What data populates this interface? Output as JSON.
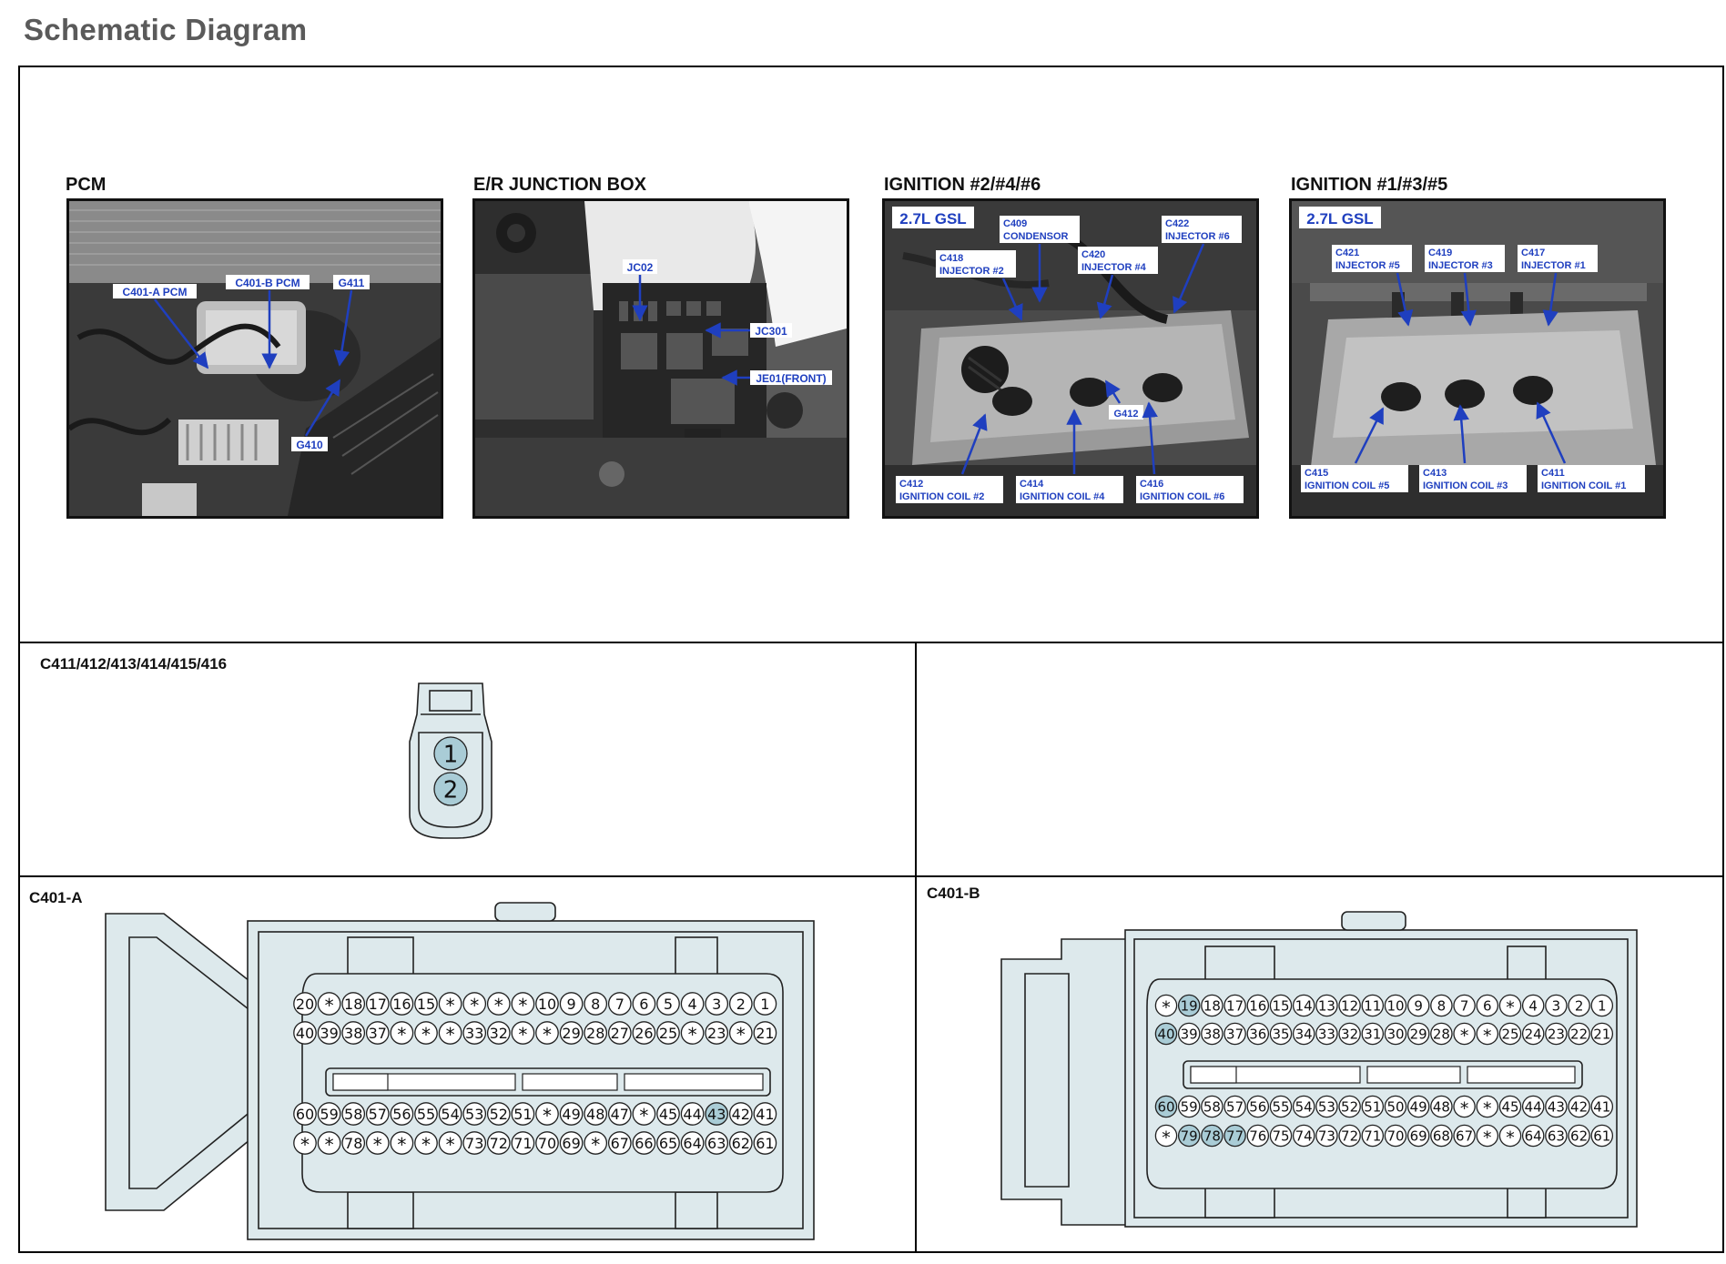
{
  "page": {
    "title": "Schematic Diagram"
  },
  "photos": [
    {
      "id": "pcm",
      "title": "PCM",
      "callouts": [
        {
          "id": "c401a",
          "lines": [
            "C401-A PCM"
          ]
        },
        {
          "id": "c401b",
          "lines": [
            "C401-B PCM"
          ]
        },
        {
          "id": "g411",
          "lines": [
            "G411"
          ]
        },
        {
          "id": "g410",
          "lines": [
            "G410"
          ]
        }
      ]
    },
    {
      "id": "erjb",
      "title": "E/R JUNCTION BOX",
      "callouts": [
        {
          "id": "jc02",
          "lines": [
            "JC02"
          ]
        },
        {
          "id": "jc301",
          "lines": [
            "JC301"
          ]
        },
        {
          "id": "je01",
          "lines": [
            "JE01(FRONT)"
          ]
        }
      ]
    },
    {
      "id": "ign246",
      "title": "IGNITION #2/#4/#6",
      "badge": "2.7L GSL",
      "callouts": [
        {
          "id": "c409",
          "lines": [
            "C409",
            "CONDENSOR"
          ]
        },
        {
          "id": "c422",
          "lines": [
            "C422",
            "INJECTOR #6"
          ]
        },
        {
          "id": "c418",
          "lines": [
            "C418",
            "INJECTOR #2"
          ]
        },
        {
          "id": "c420",
          "lines": [
            "C420",
            "INJECTOR #4"
          ]
        },
        {
          "id": "g412",
          "lines": [
            "G412"
          ]
        },
        {
          "id": "c412",
          "lines": [
            "C412",
            "IGNITION COIL #2"
          ]
        },
        {
          "id": "c414",
          "lines": [
            "C414",
            "IGNITION COIL #4"
          ]
        },
        {
          "id": "c416",
          "lines": [
            "C416",
            "IGNITION COIL #6"
          ]
        }
      ]
    },
    {
      "id": "ign135",
      "title": "IGNITION #1/#3/#5",
      "badge": "2.7L GSL",
      "callouts": [
        {
          "id": "c421",
          "lines": [
            "C421",
            "INJECTOR #5"
          ]
        },
        {
          "id": "c419",
          "lines": [
            "C419",
            "INJECTOR #3"
          ]
        },
        {
          "id": "c417",
          "lines": [
            "C417",
            "INJECTOR #1"
          ]
        },
        {
          "id": "c415",
          "lines": [
            "C415",
            "IGNITION COIL #5"
          ]
        },
        {
          "id": "c413",
          "lines": [
            "C413",
            "IGNITION COIL #3"
          ]
        },
        {
          "id": "c411",
          "lines": [
            "C411",
            "IGNITION COIL #1"
          ]
        }
      ]
    }
  ],
  "small_connector": {
    "label": "C411/412/413/414/415/416",
    "pins": [
      "1",
      "2"
    ],
    "highlighted": [
      "1",
      "2"
    ]
  },
  "connector_a": {
    "label": "C401-A",
    "rows": [
      [
        "20",
        "*",
        "18",
        "17",
        "16",
        "15",
        "*",
        "*",
        "*",
        "*",
        "10",
        "9",
        "8",
        "7",
        "6",
        "5",
        "4",
        "3",
        "2",
        "1"
      ],
      [
        "40",
        "39",
        "38",
        "37",
        "*",
        "*",
        "*",
        "33",
        "32",
        "*",
        "*",
        "29",
        "28",
        "27",
        "26",
        "25",
        "*",
        "23",
        "*",
        "21"
      ],
      [
        "60",
        "59",
        "58",
        "57",
        "56",
        "55",
        "54",
        "53",
        "52",
        "51",
        "*",
        "49",
        "48",
        "47",
        "*",
        "45",
        "44",
        "43",
        "42",
        "41"
      ],
      [
        "*",
        "*",
        "78",
        "*",
        "*",
        "*",
        "*",
        "73",
        "72",
        "71",
        "70",
        "69",
        "*",
        "67",
        "66",
        "65",
        "64",
        "63",
        "62",
        "61"
      ]
    ],
    "highlighted": [
      "43"
    ]
  },
  "connector_b": {
    "label": "C401-B",
    "rows": [
      [
        "*",
        "19",
        "18",
        "17",
        "16",
        "15",
        "14",
        "13",
        "12",
        "11",
        "10",
        "9",
        "8",
        "7",
        "6",
        "*",
        "4",
        "3",
        "2",
        "1"
      ],
      [
        "40",
        "39",
        "38",
        "37",
        "36",
        "35",
        "34",
        "33",
        "32",
        "31",
        "30",
        "29",
        "28",
        "*",
        "*",
        "25",
        "24",
        "23",
        "22",
        "21"
      ],
      [
        "60",
        "59",
        "58",
        "57",
        "56",
        "55",
        "54",
        "53",
        "52",
        "51",
        "50",
        "49",
        "48",
        "*",
        "*",
        "45",
        "44",
        "43",
        "42",
        "41"
      ],
      [
        "*",
        "79",
        "78",
        "77",
        "76",
        "75",
        "74",
        "73",
        "72",
        "71",
        "70",
        "69",
        "68",
        "67",
        "*",
        "*",
        "64",
        "63",
        "62",
        "61"
      ]
    ],
    "highlighted": [
      "19",
      "40",
      "60",
      "79",
      "78",
      "77"
    ]
  },
  "colors": {
    "connector_fill": "#dde9ec",
    "pin_highlight": "#a9ccd6",
    "callout_text": "#1f3fbf",
    "badge_text": "#1f3fbf",
    "arrow": "#1f3fbf"
  }
}
